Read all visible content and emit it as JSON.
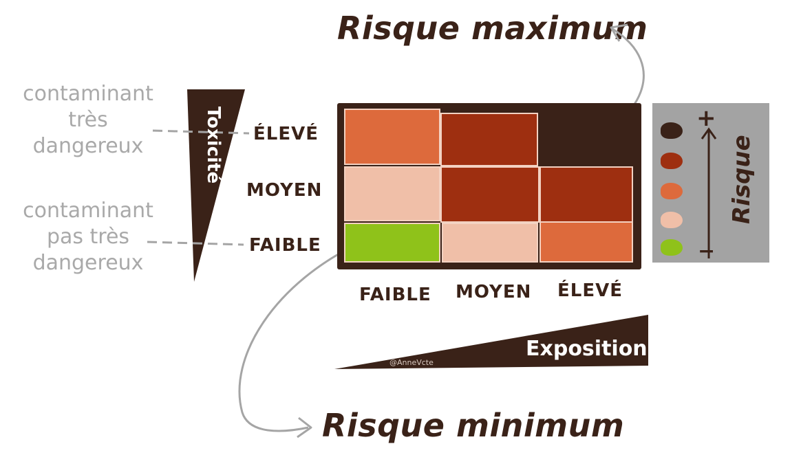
{
  "titles": {
    "max": "Risque maximum",
    "min": "Risque minimum"
  },
  "notes": {
    "very_dangerous": [
      "contaminant",
      "très",
      "dangereux"
    ],
    "not_very_dangerous": [
      "contaminant",
      "pas très",
      "dangereux"
    ]
  },
  "axes": {
    "toxicity": "Toxicité",
    "exposure": "Exposition",
    "risk": "Risque"
  },
  "levels": {
    "rows": [
      "ÉLEVÉ",
      "MOYEN",
      "FAIBLE"
    ],
    "cols": [
      "FAIBLE",
      "MOYEN",
      "ÉLEVÉ"
    ]
  },
  "matrix": {
    "cells": [
      [
        "#dd6a3c",
        "#9e2f10",
        "#3a2218"
      ],
      [
        "#f0bfa8",
        "#9e2f10",
        "#9e2f10"
      ],
      [
        "#8fc21a",
        "#f0bfa8",
        "#dd6a3c"
      ]
    ]
  },
  "legend": {
    "plus": "+",
    "minus": "−",
    "colors": [
      "#3a2218",
      "#9e2f10",
      "#dd6a3c",
      "#f0bfa8",
      "#8fc21a"
    ]
  },
  "colors": {
    "dark_brown": "#3a2218",
    "arrow_grey": "#a5a5a5",
    "note_grey": "#a9a9a9"
  },
  "credit": "@AnneVcte"
}
